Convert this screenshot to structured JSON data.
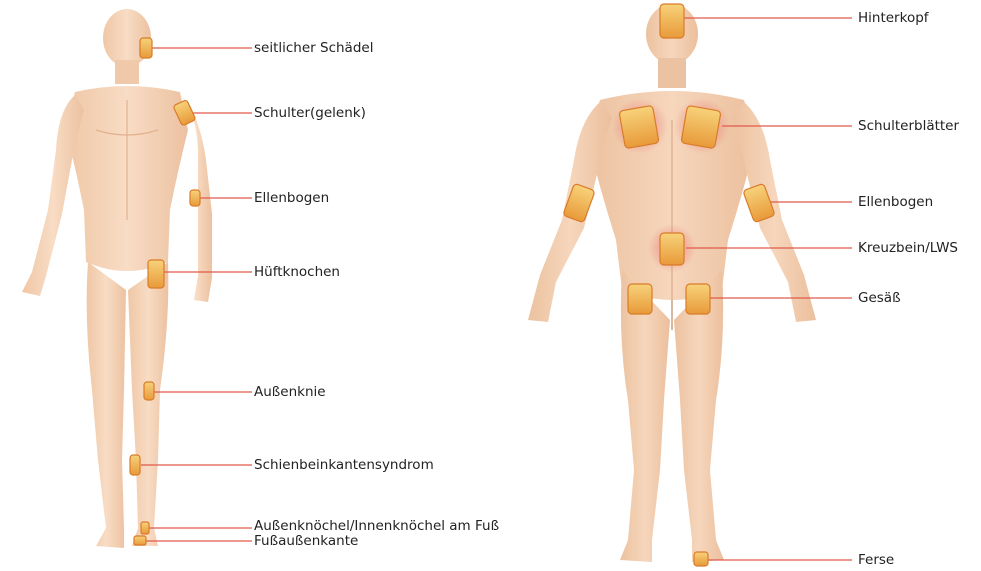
{
  "labels": {
    "seitlicher_schaedel": "seitlicher Schädel",
    "schulter": "Schulter(gelenk)",
    "ellenbogen_front": "Ellenbogen",
    "hueftknochen": "Hüftknochen",
    "aussenknie": "Außenknie",
    "schienbein": "Schienbeinkantensyndrom",
    "aussenknoechel": "Außenknöchel/Innenknöchel am Fuß",
    "fussaussenkante": "Fußaußenkante",
    "hinterkopf": "Hinterkopf",
    "schulterblaetter": "Schulterblätter",
    "ellenbogen_back": "Ellenbogen",
    "kreuzbein": "Kreuzbein/LWS",
    "gesaess": "Gesäß",
    "ferse": "Ferse"
  },
  "colors": {
    "connector": "#e05a4a",
    "tape": "#f0b45a",
    "skin": "#f6d6bc",
    "glow": "#e86a6a"
  }
}
